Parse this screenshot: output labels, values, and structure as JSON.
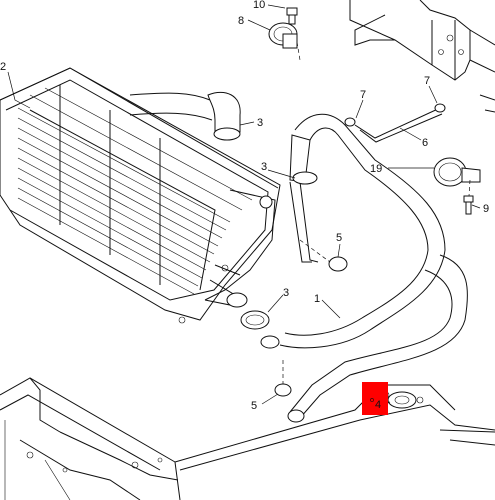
{
  "diagram": {
    "callouts": {
      "c10": "10",
      "c8": "8",
      "c2": "2",
      "c3_top": "3",
      "c7_a": "7",
      "c7_b": "7",
      "c6": "6",
      "c3_mid": "3",
      "c19": "19",
      "c9": "9",
      "c5_mid": "5",
      "c3_low": "3",
      "c1": "1",
      "c5_low": "5",
      "c4": "4"
    },
    "highlight": {
      "callout": "4",
      "color": "#ff0000"
    }
  }
}
